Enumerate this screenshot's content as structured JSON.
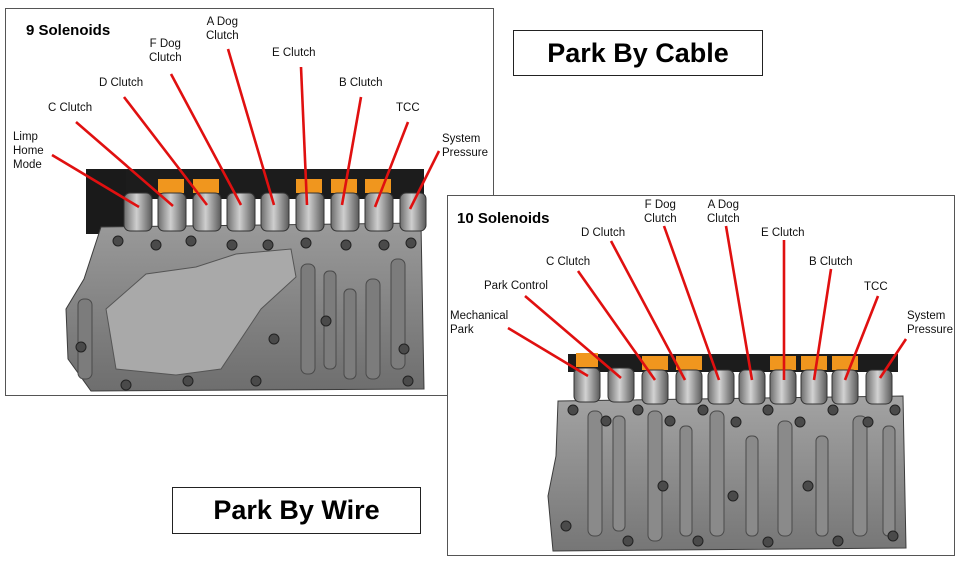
{
  "park_by_cable": {
    "title": "Park By Cable",
    "heading": "9 Solenoids",
    "labels": {
      "limp_home": [
        "Limp",
        "Home",
        "Mode"
      ],
      "c_clutch": "C Clutch",
      "d_clutch": "D Clutch",
      "f_dog": [
        "F Dog",
        "Clutch"
      ],
      "a_dog": [
        "A Dog",
        "Clutch"
      ],
      "e_clutch": "E Clutch",
      "b_clutch": "B Clutch",
      "tcc": "TCC",
      "system_pressure": [
        "System",
        "Pressure"
      ]
    }
  },
  "park_by_wire": {
    "title": "Park By Wire",
    "heading": "10 Solenoids",
    "labels": {
      "mechanical_park": [
        "Mechanical",
        "Park"
      ],
      "park_control": "Park Control",
      "c_clutch": "C Clutch",
      "d_clutch": "D Clutch",
      "f_dog": [
        "F Dog",
        "Clutch"
      ],
      "a_dog": [
        "A Dog",
        "Clutch"
      ],
      "e_clutch": "E Clutch",
      "b_clutch": "B Clutch",
      "tcc": "TCC",
      "system_pressure": [
        "System",
        "Pressure"
      ]
    }
  },
  "colors": {
    "leader_line": "#e01010",
    "solenoid_orange": "#f0961e",
    "valve_body": "#8a8a8a"
  }
}
